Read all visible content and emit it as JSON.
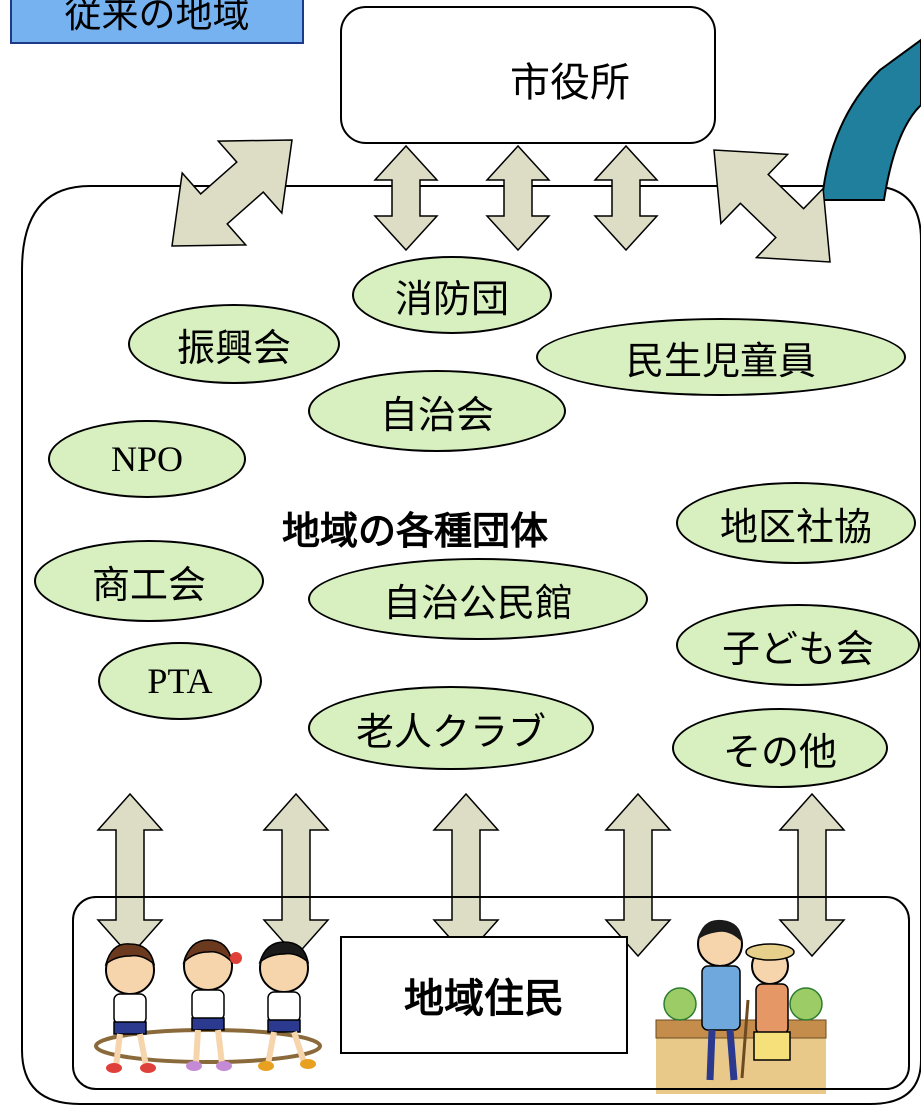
{
  "title": "従来の地域",
  "city_hall": {
    "label": "市役所",
    "illustration": "office-worker-icon"
  },
  "center_label": "地域の各種団体",
  "organizations": [
    {
      "id": "shinkokai",
      "label": "振興会"
    },
    {
      "id": "shobodan",
      "label": "消防団"
    },
    {
      "id": "minsei",
      "label": "民生児童員"
    },
    {
      "id": "jichikai",
      "label": "自治会"
    },
    {
      "id": "npo",
      "label": "NPO"
    },
    {
      "id": "chiku-shakyo",
      "label": "地区社協"
    },
    {
      "id": "shokokai",
      "label": "商工会"
    },
    {
      "id": "jichi-kominkan",
      "label": "自治公民館"
    },
    {
      "id": "kodomokai",
      "label": "子ども会"
    },
    {
      "id": "pta",
      "label": "PTA"
    },
    {
      "id": "rojin-club",
      "label": "老人クラブ"
    },
    {
      "id": "sonota",
      "label": "その他"
    }
  ],
  "residents": {
    "label": "地域住民",
    "illustrations": [
      "children-playing-icon",
      "caregiver-elderly-icon"
    ]
  },
  "colors": {
    "title_bg": "#77b2f0",
    "oval_fill": "#d8f0c0",
    "arrow_fill": "#ddddc6",
    "teal_shape": "#1f7f9c"
  }
}
